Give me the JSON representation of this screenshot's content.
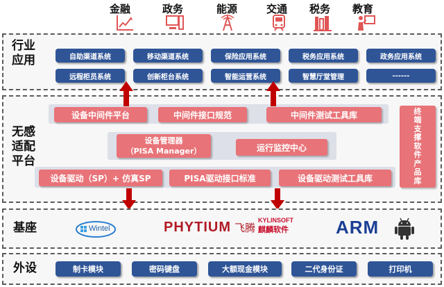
{
  "industries": [
    "金融",
    "政务",
    "能源",
    "交通",
    "税务",
    "教育"
  ],
  "layers": {
    "application": "行业\n应用",
    "middleware": "无感\n适配\n平台",
    "base": "基座",
    "peripheral": "外设"
  },
  "application_row1": [
    "自助渠道系统",
    "移动渠道系统",
    "保险应用系统",
    "税务应用系统",
    "政务应用系统"
  ],
  "application_row2": [
    "远程柜员系统",
    "创新柜台系统",
    "智能运营系统",
    "智慧厅堂管理",
    "------"
  ],
  "middleware": {
    "row1": [
      "设备中间件平台",
      "中间件接口规范",
      "中间件测试工具库"
    ],
    "row2_a": "设备管理器\n（PISA Manager）",
    "row2_b": "运行监控中心",
    "row3": [
      "设备驱动（SP）+ 仿真SP",
      "PISA驱动接口标准",
      "设备驱动测试工具库"
    ],
    "side": "终\n端\n支\n撑\n软\n件\n产\n品\n库"
  },
  "base_logos": {
    "wintel": "Wintel",
    "phytium": "PHYTIUM",
    "phytium_cn": "飞腾",
    "kylin": "KYLINSOFT",
    "kylin_cn": "麒麟软件",
    "arm": "ARM"
  },
  "peripherals": [
    "制卡模块",
    "密码键盘",
    "大额现金模块",
    "二代身份证",
    "打印机"
  ],
  "colors": {
    "blue_box": "#2f5597",
    "pink_box": "#e87378",
    "arrow": "#c00000"
  }
}
